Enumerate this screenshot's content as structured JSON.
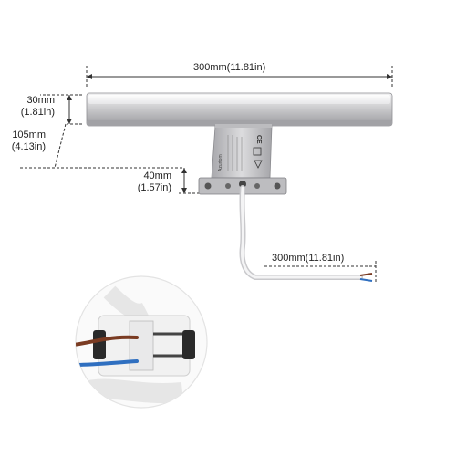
{
  "dimensions": {
    "width_label": "300mm(11.81in)",
    "height_bar_mm": "30mm",
    "height_bar_in": "(1.81in)",
    "total_height_mm": "105mm",
    "total_height_in": "(4.13in)",
    "bracket_depth_mm": "40mm",
    "bracket_depth_in": "(1.57in)",
    "cable_length_label": "300mm(11.81in)"
  },
  "product": {
    "brand_text": "Azurtom",
    "certification_marks": "CE"
  },
  "colors": {
    "dimension_line": "#333333",
    "fixture_silver": "#c8c8ca",
    "fixture_dark": "#8c8c90",
    "cable_brown": "#7a3b22",
    "cable_blue": "#2f6fc0",
    "callout_border": "#e5e5e5"
  }
}
